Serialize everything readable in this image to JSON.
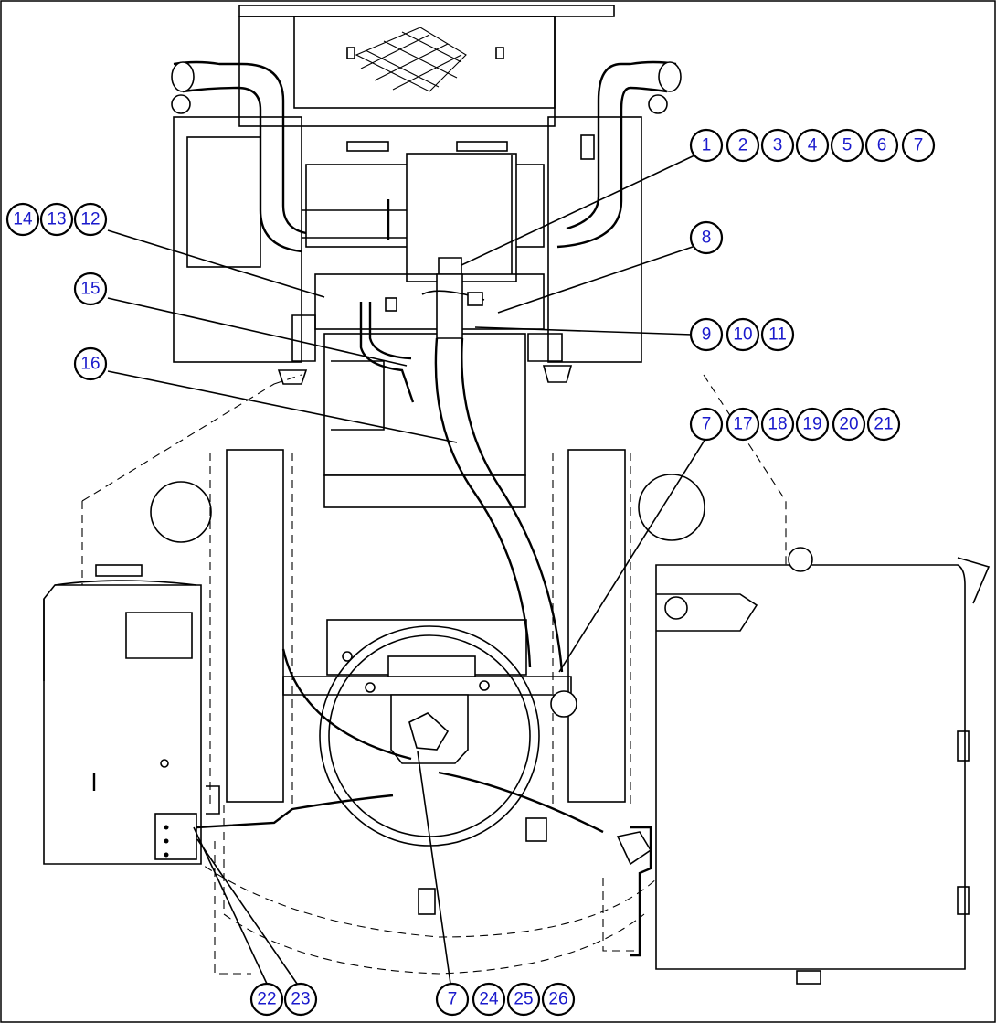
{
  "callout_groups": [
    {
      "id": "g1",
      "labels": [
        "1",
        "2",
        "3",
        "4",
        "5",
        "6",
        "7"
      ]
    },
    {
      "id": "g2",
      "labels": [
        "8"
      ]
    },
    {
      "id": "g3",
      "labels": [
        "9",
        "10",
        "11"
      ]
    },
    {
      "id": "g4",
      "labels": [
        "14",
        "13",
        "12"
      ]
    },
    {
      "id": "g5",
      "labels": [
        "15"
      ]
    },
    {
      "id": "g6",
      "labels": [
        "16"
      ]
    },
    {
      "id": "g7",
      "labels": [
        "7",
        "17",
        "18",
        "19",
        "20",
        "21"
      ]
    },
    {
      "id": "g8",
      "labels": [
        "22",
        "23"
      ]
    },
    {
      "id": "g9",
      "labels": [
        "7",
        "24",
        "25",
        "26"
      ]
    }
  ]
}
